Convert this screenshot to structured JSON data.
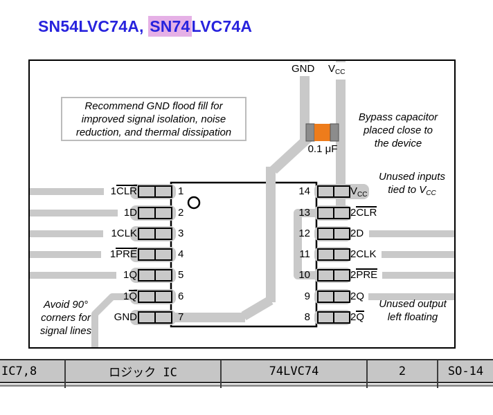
{
  "title": {
    "prefix": "SN54LVC74A, ",
    "highlight": "SN74",
    "suffix": "LVC74A"
  },
  "colors": {
    "title_blue": "#2823dd",
    "highlight_pink": "#e5b0e6",
    "trace_gray": "#c9c9c9",
    "capacitor_orange": "#ee7c1b",
    "capacitor_terminal": "#8c8c8c",
    "table_gray": "#c6c6c6"
  },
  "top_labels": {
    "gnd": "GND",
    "vcc_base": "V",
    "vcc_sub": "CC"
  },
  "capacitor": {
    "value": "0.1 μF"
  },
  "notes": {
    "flood_fill": [
      "Recommend GND flood fill for",
      "improved signal isolation, noise",
      "reduction, and thermal dissipation"
    ],
    "bypass": [
      "Bypass capacitor",
      "placed close to",
      "the device"
    ],
    "unused_inputs": {
      "line1": "Unused inputs",
      "line2_pre": "tied to V",
      "line2_sub": "CC"
    },
    "unused_output": [
      "Unused output",
      "left floating"
    ],
    "avoid_corners": [
      "Avoid 90°",
      "corners for",
      "signal lines"
    ]
  },
  "ic": {
    "left_pins": [
      {
        "number": "1",
        "pre": "1",
        "over": "CLR"
      },
      {
        "number": "2",
        "pre": "1D",
        "over": ""
      },
      {
        "number": "3",
        "pre": "1CLK",
        "over": ""
      },
      {
        "number": "4",
        "pre": "1",
        "over": "PRE"
      },
      {
        "number": "5",
        "pre": "1Q",
        "over": ""
      },
      {
        "number": "6",
        "pre": "1",
        "over": "Q"
      },
      {
        "number": "7",
        "pre": "GND",
        "over": ""
      }
    ],
    "right_pins": [
      {
        "number": "14",
        "pre": "V",
        "over": "",
        "sub": "CC"
      },
      {
        "number": "13",
        "pre": "2",
        "over": "CLR",
        "sub": ""
      },
      {
        "number": "12",
        "pre": "2D",
        "over": "",
        "sub": ""
      },
      {
        "number": "11",
        "pre": "2CLK",
        "over": "",
        "sub": ""
      },
      {
        "number": "10",
        "pre": "2",
        "over": "PRE",
        "sub": ""
      },
      {
        "number": "9",
        "pre": "2Q",
        "over": "",
        "sub": ""
      },
      {
        "number": "8",
        "pre": "2",
        "over": "Q",
        "sub": ""
      }
    ]
  },
  "table": {
    "cells": [
      {
        "text": "IC7,8"
      },
      {
        "text": "ロジック IC"
      },
      {
        "text": "74LVC74"
      },
      {
        "text": "2"
      },
      {
        "text": "SO-14"
      }
    ]
  }
}
